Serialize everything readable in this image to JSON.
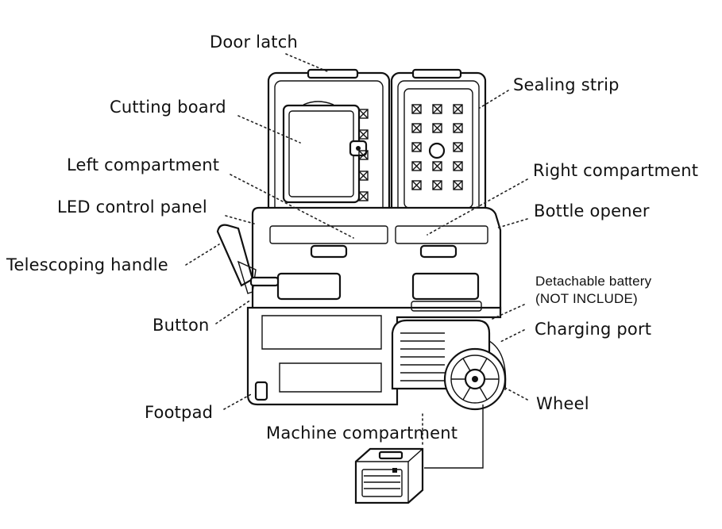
{
  "labels": {
    "door_latch": "Door latch",
    "cutting_board": "Cutting board",
    "sealing_strip": "Sealing strip",
    "left_compartment": "Left compartment",
    "right_compartment": "Right compartment",
    "led_control_panel": "LED control panel",
    "bottle_opener": "Bottle opener",
    "telescoping_handle": "Telescoping handle",
    "detachable_battery_1": "Detachable battery",
    "detachable_battery_2": "(NOT INCLUDE)",
    "button": "Button",
    "charging_port": "Charging port",
    "footpad": "Footpad",
    "wheel": "Wheel",
    "machine_compartment": "Machine compartment"
  },
  "colors": {
    "line": "#111111",
    "background": "#ffffff"
  }
}
